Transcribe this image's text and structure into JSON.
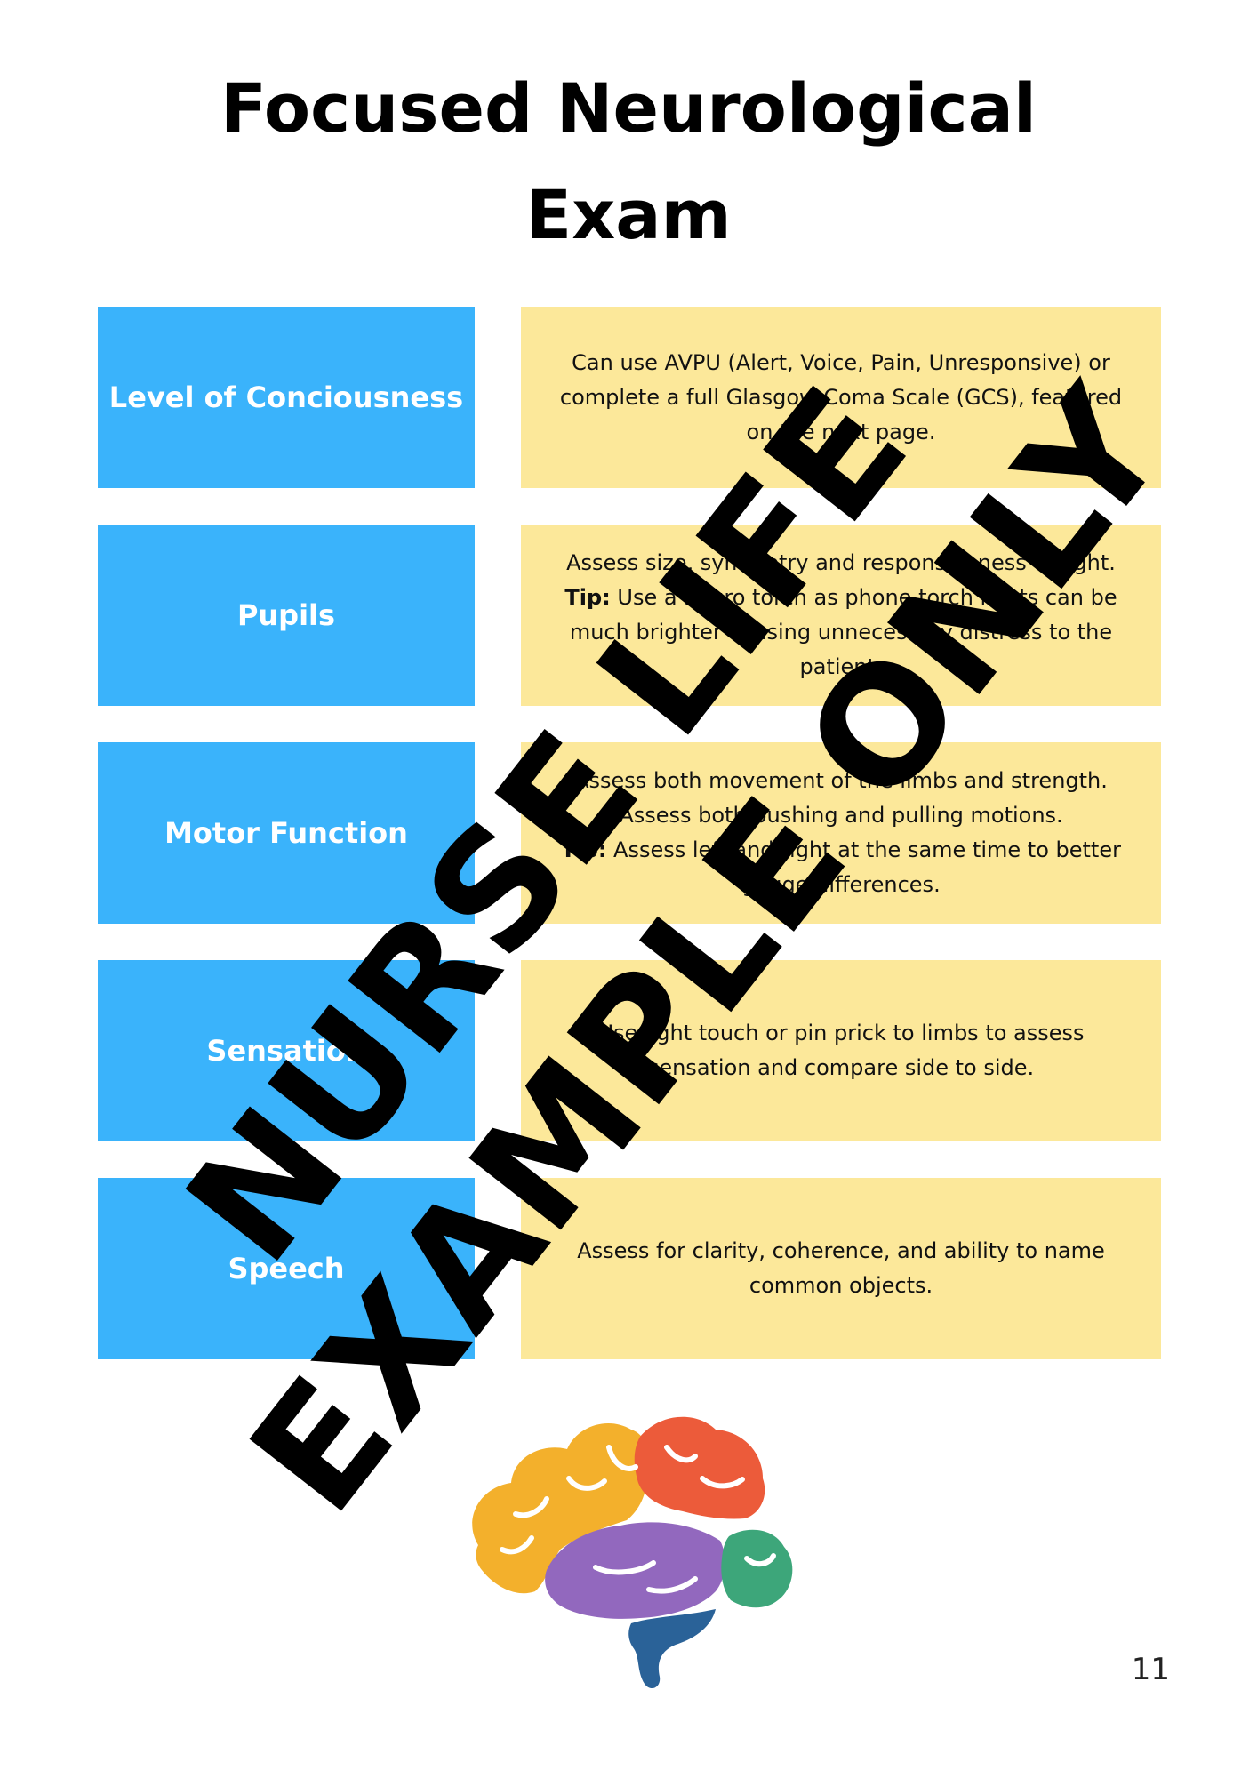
{
  "page": {
    "title_line1": "Focused Neurological",
    "title_line2": "Exam",
    "page_number": "11"
  },
  "colors": {
    "label_bg": "#3AB3FB",
    "desc_bg": "#FCE89A"
  },
  "rows": [
    {
      "label": "Level of Conciousness",
      "lines": [
        "Can use AVPU (Alert, Voice, Pain, Unresponsive) or",
        "complete a full Glasgow Coma Scale (GCS), featured",
        "on the next page."
      ]
    },
    {
      "label": "Pupils",
      "lines": [
        "Assess size, symmetry and responsiveness to light."
      ],
      "tip_label": "Tip:",
      "tip_lines": [
        " Use a neuro torch as phone torch lights can be",
        "much brighter causing unnecessary distress to the",
        "patient."
      ]
    },
    {
      "label": "Motor Function",
      "lines": [
        "Assess both movement of the limbs and strength.",
        "Assess both pushing and pulling motions."
      ],
      "tip_label": "Tip:",
      "tip_lines": [
        " Assess left and right at the same time to better",
        "gauge differences."
      ]
    },
    {
      "label": "Sensation",
      "lines": [
        "Use light touch or pin prick to limbs to assess",
        "sensation and compare side to side."
      ]
    },
    {
      "label": "Speech",
      "lines": [
        "Assess for clarity, coherence, and ability to name",
        "common objects."
      ]
    }
  ],
  "watermark": {
    "line1": "NURSE LIFE",
    "line2": "EXAMPLE ONLY"
  },
  "brain_icon": {
    "icon": "brain-icon",
    "lobe_colors": {
      "frontal": "#F3B02C",
      "parietal": "#EC5B3A",
      "temporal": "#9268BE",
      "occipital": "#3DA67A",
      "brainstem": "#2A6298"
    }
  }
}
